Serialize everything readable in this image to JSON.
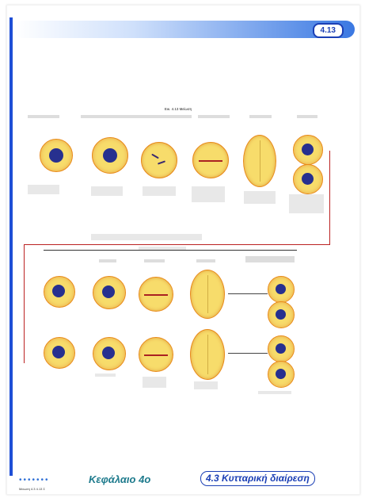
{
  "page_badge": "4.13",
  "diagram": {
    "title": "Εικ. 4.13 Μείωση"
  },
  "footer": {
    "chapter": "Κεφάλαιο 4ο",
    "section": "4.3 Κυτταρική διαίρεση",
    "small_print": "Μειωση 4.3 4.13 Σ"
  }
}
